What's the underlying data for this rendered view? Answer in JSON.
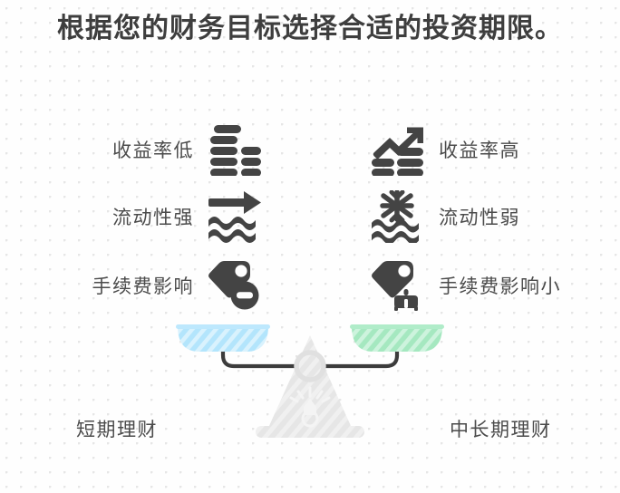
{
  "title": "根据您的财务目标选择合适的投资期限。",
  "colors": {
    "text": "#4b4b4b",
    "title_text": "#3e3e3e",
    "icon": "#444444",
    "background": "#fefefe",
    "dot_grid": "#e6e6e6",
    "pan_left_fill": "#b3e5fc",
    "pan_left_stripe": "#d6f1fd",
    "pan_right_fill": "#a5e8c0",
    "pan_right_stripe": "#cdf3dd",
    "beam": "#3c3c3c",
    "stand": "#e4e4e4",
    "stand_stripe": "#efefef"
  },
  "left_side": {
    "caption": "短期理财",
    "attributes": [
      {
        "label": "收益率低",
        "icon": "descending-bar-chart-icon"
      },
      {
        "label": "流动性强",
        "icon": "arrow-over-waves-icon"
      },
      {
        "label": "手续费影响",
        "icon": "price-tag-minus-icon"
      }
    ]
  },
  "right_side": {
    "caption": "中长期理财",
    "attributes": [
      {
        "label": "收益率高",
        "icon": "rising-arrow-bar-chart-icon"
      },
      {
        "label": "流动性弱",
        "icon": "snowflake-over-waves-icon"
      },
      {
        "label": "手续费影响小",
        "icon": "price-tag-coin-icon"
      }
    ]
  },
  "scale": {
    "type": "balance-scale",
    "state": "balanced",
    "left_pan": "short-term-pan",
    "right_pan": "long-term-pan",
    "fulcrum": "triangular-stand"
  }
}
